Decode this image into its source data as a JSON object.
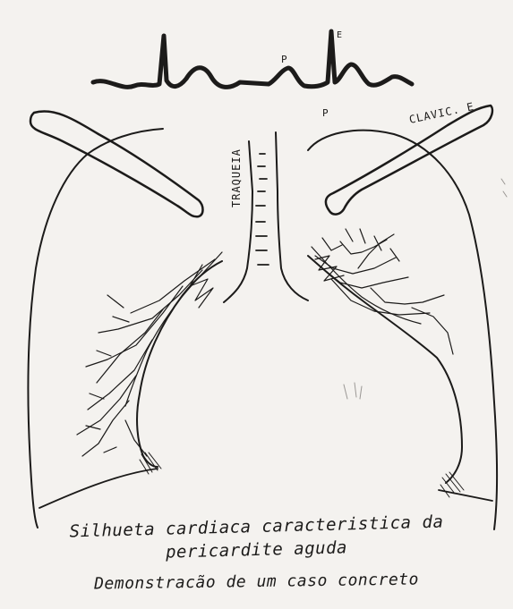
{
  "labels": {
    "ecg_p1": "P",
    "ecg_p2": "P",
    "ecg_e": "E",
    "trachea": "TRAQUEIA",
    "clavicle": "CLAVIC. E"
  },
  "caption": {
    "line1": "Silhueta cardiaca caracteristica da",
    "line2": "pericardite aguda",
    "line3": "Demonstracão de um caso concreto"
  },
  "colors": {
    "ink": "#1c1b1a",
    "paper": "#f4f2ef"
  }
}
